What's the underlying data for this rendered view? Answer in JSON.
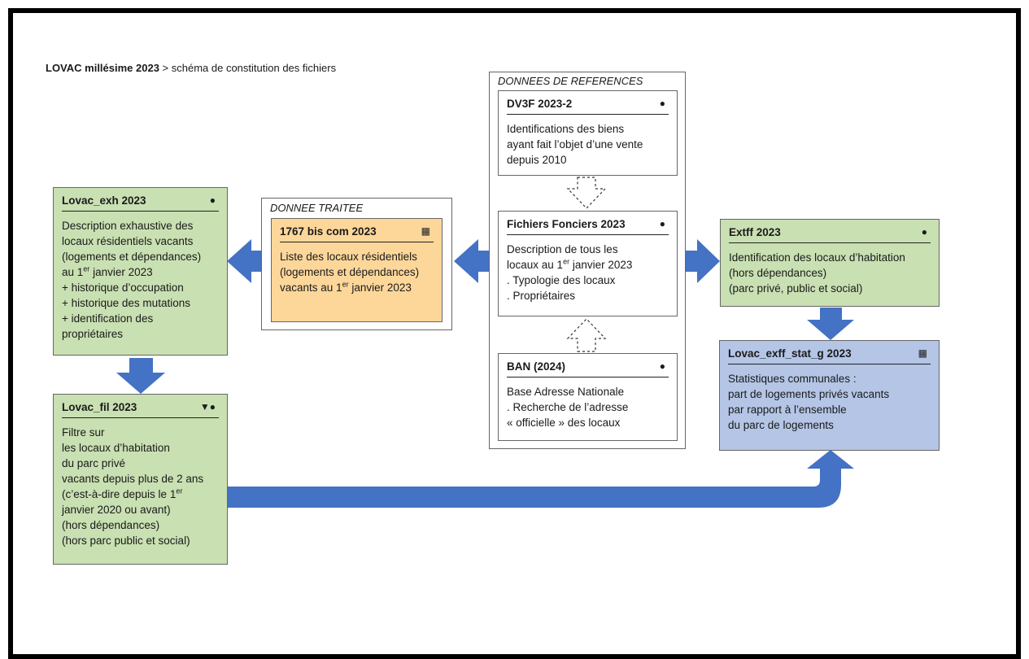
{
  "title": {
    "bold": "LOVAC millésime 2023",
    "rest": " > schéma de constitution des fichiers"
  },
  "reference_group": {
    "label": "DONNEES DE REFERENCES"
  },
  "treated_group": {
    "label": "DONNEE TRAITEE"
  },
  "boxes": {
    "dv3f": {
      "title": "DV3F 2023-2",
      "lines": [
        "Identifications des biens",
        "ayant fait l’objet d’une vente",
        "depuis 2010"
      ]
    },
    "ff": {
      "title": "Fichiers Fonciers 2023",
      "lines": [
        "Description de tous les",
        "locaux au 1er janvier 2023",
        ". Typologie des locaux",
        ". Propriétaires"
      ]
    },
    "ban": {
      "title": "BAN (2024)",
      "lines": [
        "Base Adresse Nationale",
        ". Recherche de l’adresse",
        "« officielle » des locaux"
      ]
    },
    "bis1767": {
      "title": "1767 bis com 2023",
      "lines": [
        "Liste des locaux résidentiels",
        "(logements et dépendances)",
        "vacants au 1er janvier 2023"
      ]
    },
    "exh": {
      "title": "Lovac_exh 2023",
      "lines": [
        "Description exhaustive des",
        "locaux résidentiels vacants",
        "(logements et dépendances)",
        "au 1er janvier 2023",
        "+ historique d’occupation",
        "+ historique des mutations",
        "+ identification des",
        "propriétaires"
      ]
    },
    "fil": {
      "title": "Lovac_fil 2023",
      "lines": [
        "Filtre sur",
        "les locaux d’habitation",
        "du parc privé",
        "vacants depuis plus de 2 ans",
        "(c’est-à-dire depuis le 1er",
        "janvier 2020 ou avant)",
        "(hors dépendances)",
        "(hors parc public et social)"
      ]
    },
    "extff": {
      "title": "Extff 2023",
      "lines": [
        "Identification des locaux d’habitation",
        "(hors dépendances)",
        "(parc privé, public et social)"
      ]
    },
    "stat": {
      "title": "Lovac_exff_stat_g 2023",
      "lines": [
        "Statistiques communales :",
        "part de logements privés vacants",
        "par rapport à l’ensemble",
        "du parc de logements"
      ]
    }
  },
  "icons": {
    "pin": "map-pin-icon",
    "table": "table-grid-icon",
    "filter": "filter-icon"
  },
  "colors": {
    "green": "#c9e0b2",
    "blue": "#b4c5e6",
    "orange": "#fdd79a",
    "arrow": "#4472c4"
  }
}
